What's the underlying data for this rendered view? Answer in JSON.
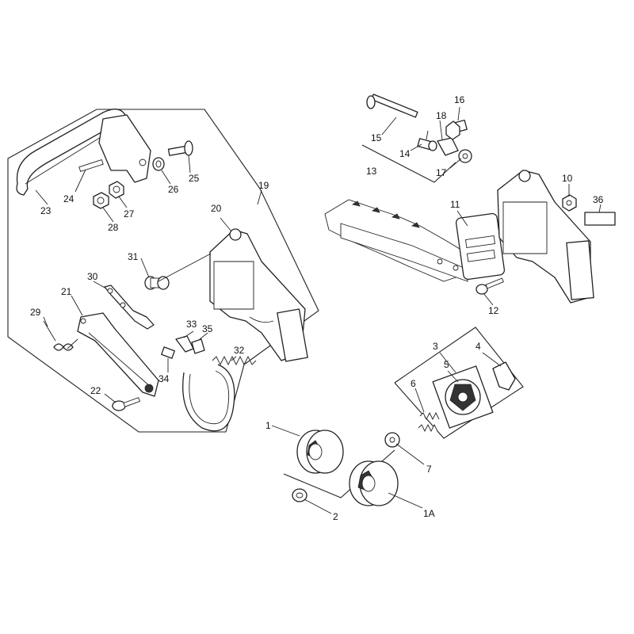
{
  "diagram": {
    "labels": {
      "p1": "1",
      "p1a": "1A",
      "p2": "2",
      "p3": "3",
      "p4": "4",
      "p5": "5",
      "p6": "6",
      "p7": "7",
      "p10": "10",
      "p11": "11",
      "p12": "12",
      "p13": "13",
      "p14": "14",
      "p15": "15",
      "p16": "16",
      "p17": "17",
      "p18": "18",
      "p19": "19",
      "p20": "20",
      "p21": "21",
      "p22": "22",
      "p23": "23",
      "p24": "24",
      "p25": "25",
      "p26": "26",
      "p27": "27",
      "p28": "28",
      "p29": "29",
      "p30": "30",
      "p31": "31",
      "p32": "32",
      "p33": "33",
      "p34": "34",
      "p35": "35",
      "p36": "36"
    }
  }
}
